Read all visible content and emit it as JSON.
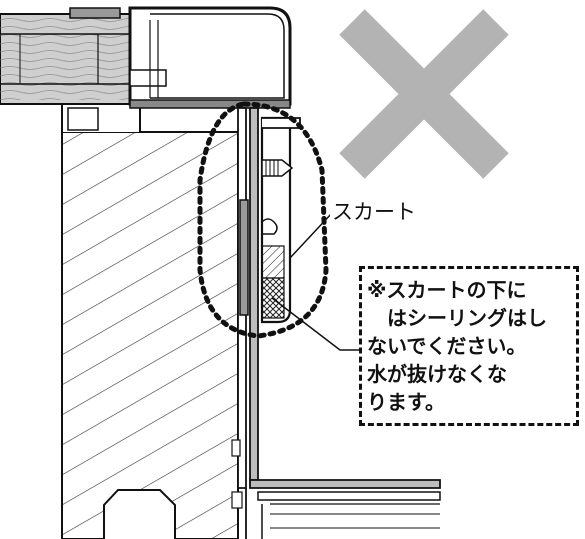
{
  "labels": {
    "skirt": "スカート"
  },
  "note": {
    "lines": [
      "※スカートの下に",
      "はシーリングはし",
      "ないでください。",
      "水が抜けなくな",
      "ります。"
    ]
  },
  "colors": {
    "cross": "#b3b3b3",
    "wood_fill": "#cfcfcf",
    "line": "#111111"
  },
  "icons": {
    "prohibited": "cross-mark-icon"
  }
}
